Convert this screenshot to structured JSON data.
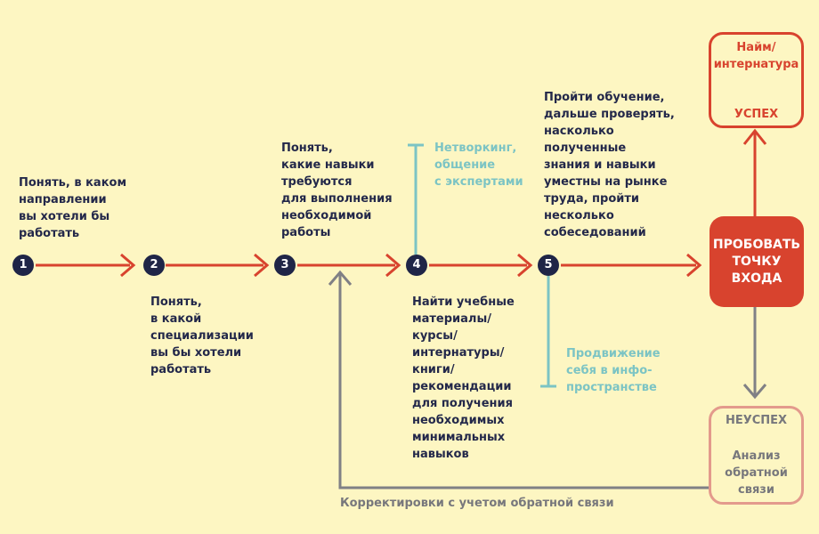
{
  "nodes": [
    "1",
    "2",
    "3",
    "4",
    "5"
  ],
  "steps": {
    "step1": "Понять, в каком\nнаправлении\nвы хотели бы\nработать",
    "step2": "Понять,\nв какой\nспециализации\nвы бы хотели\nработать",
    "step3": "Понять,\nкакие навыки\nтребуются\nдля выполнения\nнеобходимой\nработы",
    "step4": "Найти учебные\nматериалы/\nкурсы/\nинтернатуры/\nкниги/\nрекомендации\nдля получения\nнеобходимых\nминимальных\nнавыков",
    "step5": "Пройти обучение,\nдальше проверять,\nнасколько\nполученные\nзнания и навыки\nуместны на рынке\nтруда, пройти\nнесколько\nсобеседований"
  },
  "side_notes": {
    "networking": "Нетворкинг,\nобщение\nс экспертами",
    "promotion": "Продвижение\nсебя в инфо-\nпространстве"
  },
  "entry_point": "ПРОБОВАТЬ\nТОЧКУ\nВХОДА",
  "success": {
    "detail": "Найм/\nинтернатура",
    "label": "УСПЕХ"
  },
  "failure": {
    "label": "НЕУСПЕХ",
    "detail": "Анализ\nобратной\nсвязи"
  },
  "feedback_label": "Корректировки с учетом обратной связи",
  "colors": {
    "background": "#fdf6c2",
    "accent": "#d8432e",
    "node": "#1f2547",
    "text": "#23284a",
    "teal": "#7cc4c4",
    "grey": "#77777c"
  }
}
